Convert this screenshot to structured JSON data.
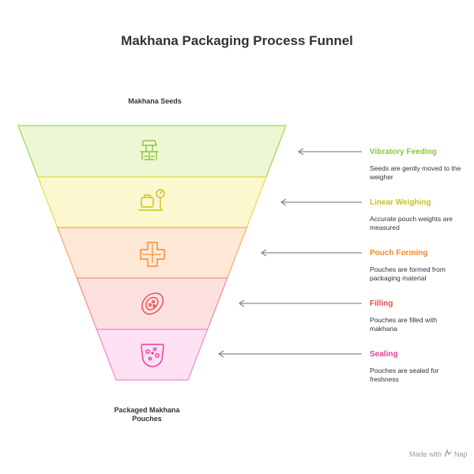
{
  "title": "Makhana Packaging Process Funnel",
  "top_label": "Makhana Seeds",
  "bottom_label": [
    "Packaged Makhana",
    "Pouches"
  ],
  "stages": [
    {
      "title": "Vibratory Feeding",
      "desc": [
        "Seeds are gently moved to the",
        "weigher"
      ],
      "color": "#8dc63f",
      "fill": "#eef7d4",
      "stroke": "#9fd15a",
      "icon": "vibratory-feeder-icon"
    },
    {
      "title": "Linear Weighing",
      "desc": [
        "Accurate pouch weights are",
        "measured"
      ],
      "color": "#c9c21a",
      "fill": "#fbf7cf",
      "stroke": "#e4de48",
      "icon": "weighing-scale-icon"
    },
    {
      "title": "Pouch Forming",
      "desc": [
        "Pouches are formed from",
        "packaging material"
      ],
      "color": "#f08a2c",
      "fill": "#fde8d6",
      "stroke": "#f5ac6a",
      "icon": "pouch-forming-icon"
    },
    {
      "title": "Filling",
      "desc": [
        "Pouches are filled with",
        "makhana"
      ],
      "color": "#e84b4b",
      "fill": "#fde1e1",
      "stroke": "#f08c8c",
      "icon": "filling-pouch-icon"
    },
    {
      "title": "Sealing",
      "desc": [
        "Pouches are sealed for",
        "freshness"
      ],
      "color": "#e23f9a",
      "fill": "#fde0f1",
      "stroke": "#ef8cc6",
      "icon": "sealed-pouch-icon"
    }
  ],
  "brand": {
    "label": "Made with",
    "name": "Nap"
  }
}
